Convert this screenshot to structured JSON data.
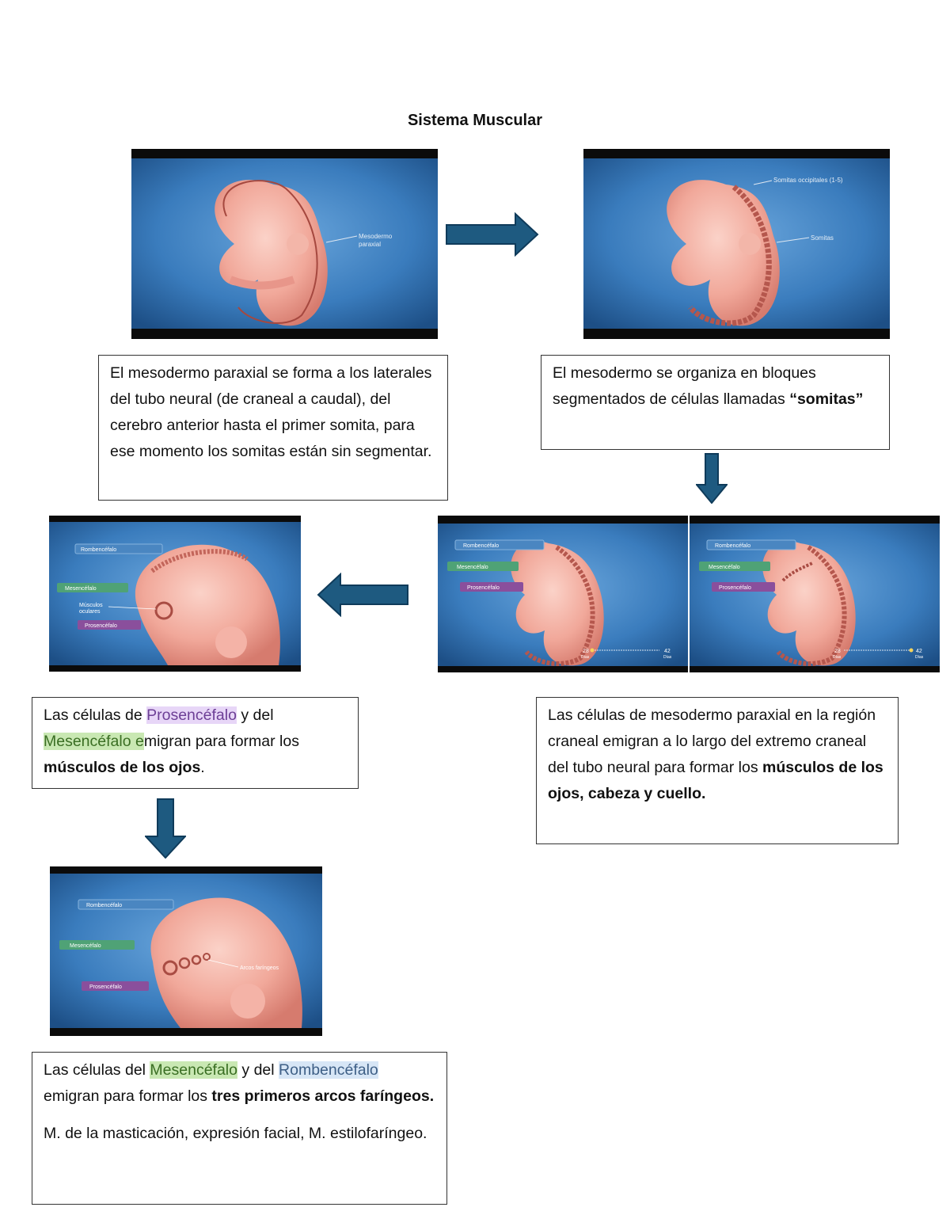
{
  "page": {
    "title": "Sistema Muscular"
  },
  "images": {
    "img1": {
      "labels": [
        "Mesodermo",
        "paraxial"
      ]
    },
    "img2": {
      "labels": [
        "Somitas occipitales (1-5)",
        "Somitas"
      ]
    },
    "img3a": {
      "labels": [
        "Rombencéfalo",
        "Mesencéfalo",
        "Prosencéfalo"
      ],
      "timeline_start": "28",
      "timeline_start_unit": "Días",
      "timeline_end": "42",
      "timeline_end_unit": "Días"
    },
    "img3b": {
      "labels": [
        "Rombencéfalo",
        "Mesencéfalo",
        "Prosencéfalo"
      ],
      "timeline_start": "28",
      "timeline_start_unit": "Días",
      "timeline_end": "42",
      "timeline_end_unit": "Días"
    },
    "img4": {
      "labels": [
        "Rombencéfalo",
        "Mesencéfalo",
        "Músculos",
        "oculares",
        "Prosencéfalo"
      ]
    },
    "img5": {
      "labels": [
        "Rombencéfalo",
        "Mesencéfalo",
        "Arcos faríngeos",
        "Prosencéfalo"
      ]
    }
  },
  "box1": {
    "text": "El mesodermo paraxial se forma a los laterales del tubo neural (de craneal a caudal), del cerebro anterior hasta el primer somita, para ese momento los somitas están sin segmentar."
  },
  "box2": {
    "text": "El mesodermo se organiza en bloques segmentados de células llamadas",
    "bold": "“somitas”"
  },
  "box3": {
    "part1": "Las células de mesodermo paraxial en la región craneal emigran a lo largo del extremo craneal del tubo neural para formar los ",
    "bold": "músculos de los ojos, cabeza y cuello."
  },
  "box4": {
    "part1": "Las células de ",
    "hl1": "Prosencéfalo",
    "part2": " y del ",
    "hl2": "Mesencéfalo e",
    "part3": "migran para formar los ",
    "bold": "músculos de los ojos",
    "part4": "."
  },
  "box5": {
    "part1": "Las células del ",
    "hl1": "Mesencéfalo",
    "part2": " y del ",
    "hl2": "Rombencéfalo",
    "part3": " emigran para formar los ",
    "bold": "tres primeros arcos faríngeos.",
    "para2": "M. de la masticación, expresión facial, M. estilofaríngeo."
  }
}
